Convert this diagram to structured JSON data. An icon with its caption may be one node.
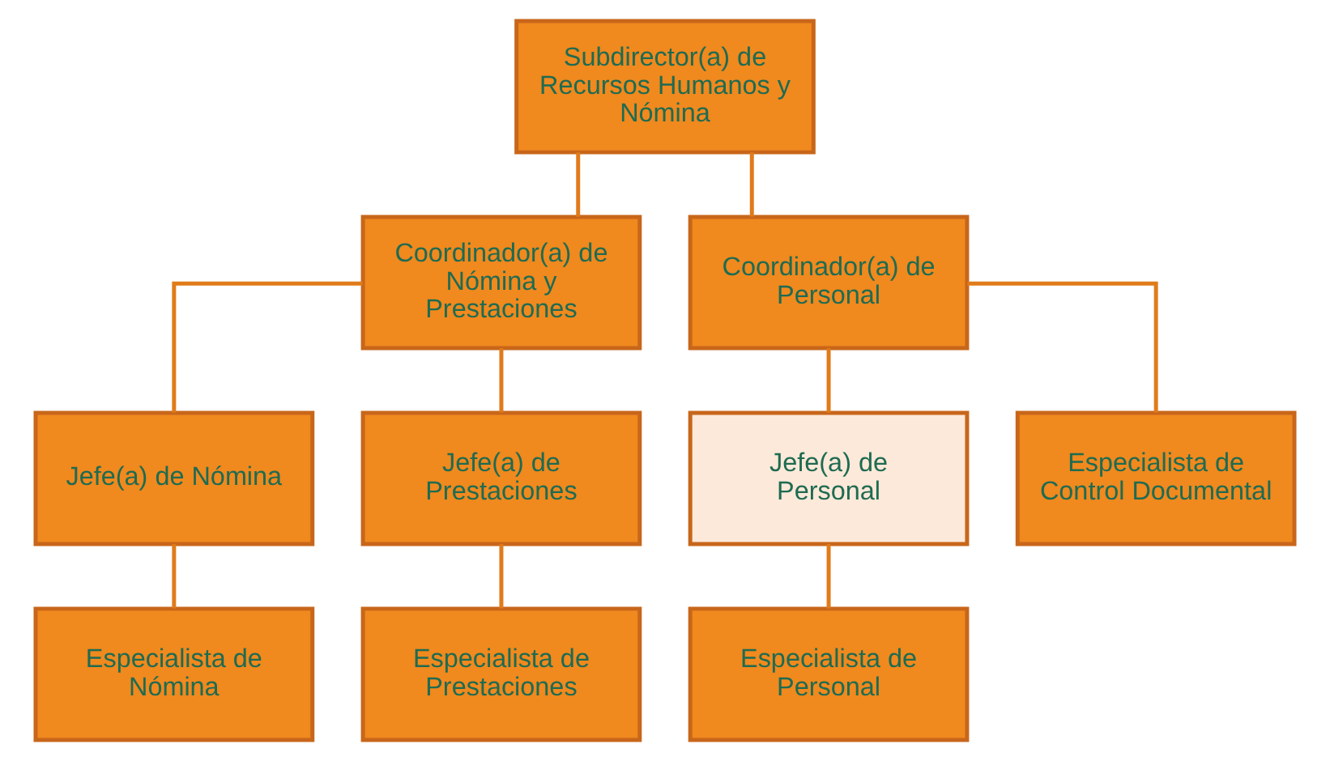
{
  "diagram": {
    "nodes": [
      {
        "text": [
          "Subdirector(a) de Recursos Humanos y Nómina"
        ]
      },
      {
        "text": [
          "Coordinador(a) de Nómina y Prestaciones"
        ]
      },
      {
        "text": [
          "Coordinador(a) de Personal"
        ]
      },
      {
        "text": [
          "Jefe(a) de Nómina"
        ]
      },
      {
        "text": [
          "Jefe(a) de Prestaciones"
        ]
      },
      {
        "text": [
          "Jefe(a) de Personal"
        ]
      },
      {
        "text": [
          "Especialista de Control Documental"
        ]
      },
      {
        "text": [
          "Especialista de Nómina"
        ]
      },
      {
        "text": [
          "Especialista de Prestaciones"
        ]
      },
      {
        "text": [
          "Especialista de Personal"
        ]
      }
    ],
    "edges": [
      {
        "from": 0,
        "to": 1,
        "arrow": "none"
      },
      {
        "from": 0,
        "to": 2,
        "arrow": "none"
      },
      {
        "from": 1,
        "to": 3,
        "arrow": "none"
      },
      {
        "from": 1,
        "to": 4,
        "arrow": "none"
      },
      {
        "from": 2,
        "to": 5,
        "arrow": "none"
      },
      {
        "from": 2,
        "to": 6,
        "arrow": "none"
      },
      {
        "from": 3,
        "to": 7,
        "arrow": "none"
      },
      {
        "from": 4,
        "to": 8,
        "arrow": "none"
      },
      {
        "from": 5,
        "to": 9,
        "arrow": "none"
      }
    ]
  }
}
